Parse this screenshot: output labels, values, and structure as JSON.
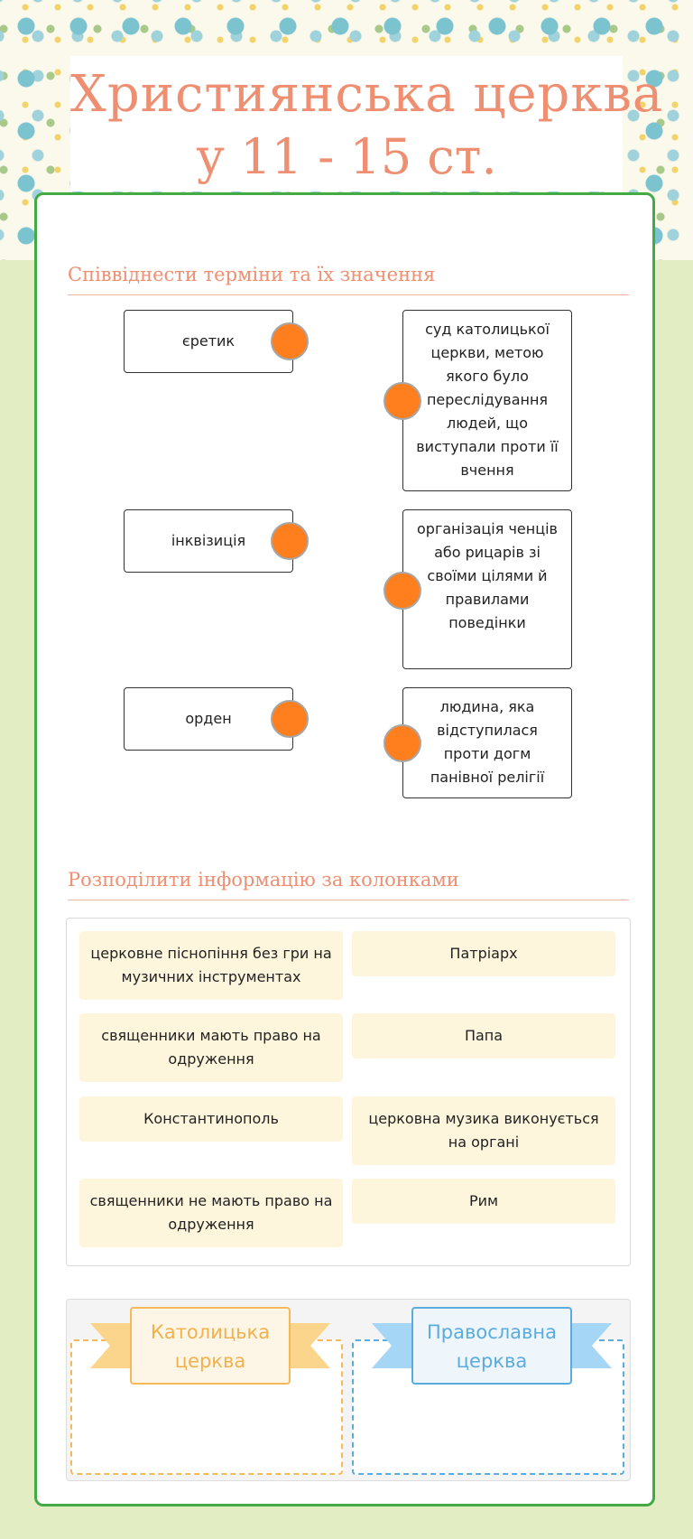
{
  "title": {
    "line1": "Християнська церква",
    "line2": "у 11 - 15 ст."
  },
  "matching": {
    "heading": "Співвіднести терміни та їх значення",
    "terms": [
      "єретик",
      "інквізиція",
      "орден"
    ],
    "definitions": [
      "суд католицької церкви, метою якого було переслідування людей, що виступали проти її вчення",
      "організація ченців або рицарів зі своїми цілями й правилами поведінки",
      "людина, яка відступилася проти догм панівної релігії"
    ]
  },
  "sorting": {
    "heading": "Розподілити інформацію за колонками",
    "items": [
      "церковне піснопіння без гри на музичних інструментах",
      "Патріарх",
      "священники мають право на одруження",
      "Папа",
      "Константинополь",
      "церковна музика виконується на органі",
      "священники не мають право на одруження",
      "Рим"
    ],
    "columns": [
      "Католицька церква",
      "Православна церква"
    ]
  },
  "colors": {
    "accent": "#ee8f72",
    "card_border": "#44aa44",
    "dot": "#ff7f1e",
    "chip_bg": "#fdf6dd",
    "catholic": "#f5b95b",
    "orthodox": "#5aacdf"
  }
}
